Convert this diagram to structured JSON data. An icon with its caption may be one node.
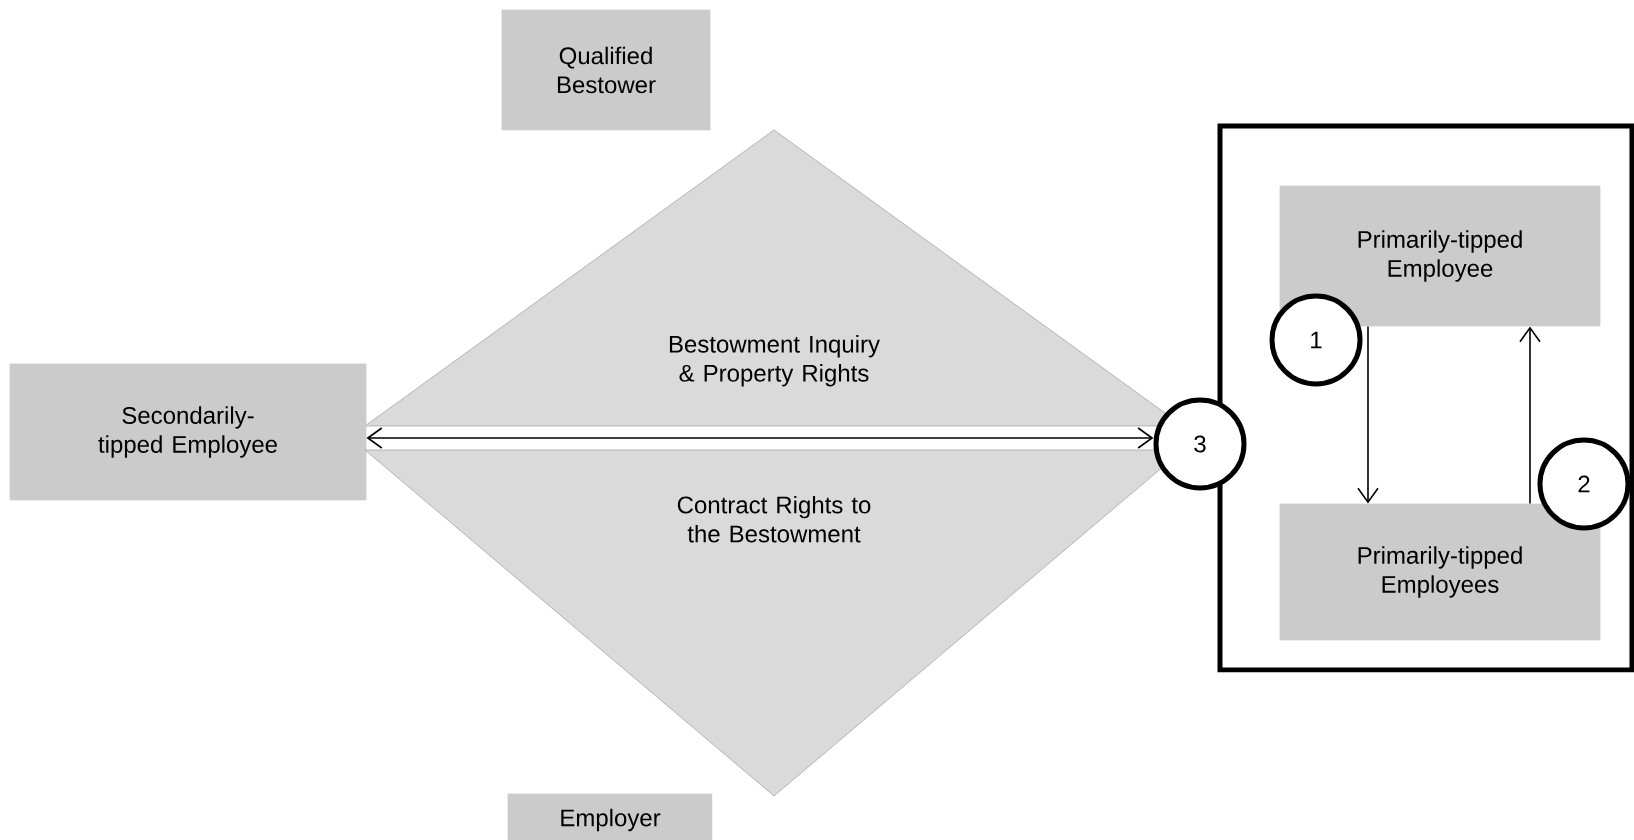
{
  "diagram": {
    "nodes": [
      {
        "text": [
          "Qualified Bestower"
        ]
      },
      {
        "text": [
          "Bestowment Inquiry & Property Rights"
        ]
      },
      {
        "text": [
          "Secondarily-tipped Employee"
        ]
      },
      {
        "text": [
          "Contract Rights to the Bestowment"
        ]
      },
      {
        "text": [
          "Employer"
        ]
      },
      {
        "text": [],
        "shape": "box"
      },
      {
        "text": [
          "Primarily-tipped Employee"
        ],
        "in": 5
      },
      {
        "text": [
          "Primarily-tipped Employees"
        ],
        "in": 5
      },
      {
        "text": [
          "1"
        ],
        "in": 5
      },
      {
        "text": [
          "2"
        ],
        "in": 5
      },
      {
        "text": [
          "3"
        ]
      }
    ],
    "edges": [
      {
        "from": 2,
        "to": 10,
        "arrow": "both"
      },
      {
        "from": 6,
        "to": 7,
        "arrow": "to"
      },
      {
        "from": 7,
        "to": 6,
        "arrow": "to"
      }
    ]
  }
}
